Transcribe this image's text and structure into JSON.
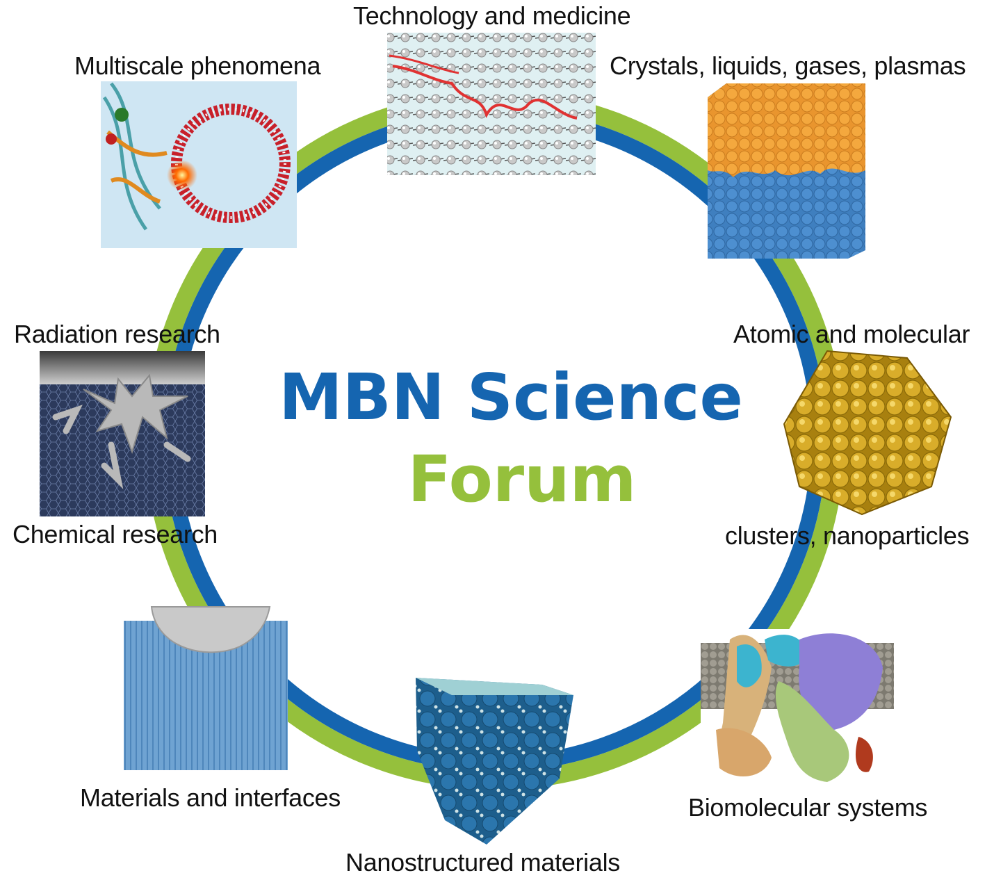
{
  "title": {
    "line1": "MBN Science",
    "line2": "Forum",
    "line1_color": "#1565b0",
    "line2_color": "#95c03c"
  },
  "ring": {
    "outer_color": "#95c03c",
    "inner_color": "#1565b0"
  },
  "topics": {
    "technology": "Technology and medicine",
    "multiscale": "Multiscale phenomena",
    "crystals": "Crystals, liquids, gases, plasmas",
    "atomic_top": "Atomic and molecular",
    "atomic_bottom": "clusters, nanoparticles",
    "radiation": "Radiation research",
    "chemical": "Chemical research",
    "materials": "Materials and interfaces",
    "nanostructured": "Nanostructured materials",
    "biomolecular": "Biomolecular systems"
  },
  "images": {
    "technology": "nanotube lattice with red polymer strand",
    "multiscale": "protein-DNA complex with nanoparticle ring",
    "crystals": "two-phase liquid block, orange over blue",
    "atomic": "gold icosahedral nanocluster",
    "radiation": "dendritic fractal on graphene surface",
    "materials": "indenter pressing into crystal surface",
    "nanostructured": "porous nanostructured crystal block",
    "biomolecular": "membrane protein complex in lipid bilayer"
  }
}
